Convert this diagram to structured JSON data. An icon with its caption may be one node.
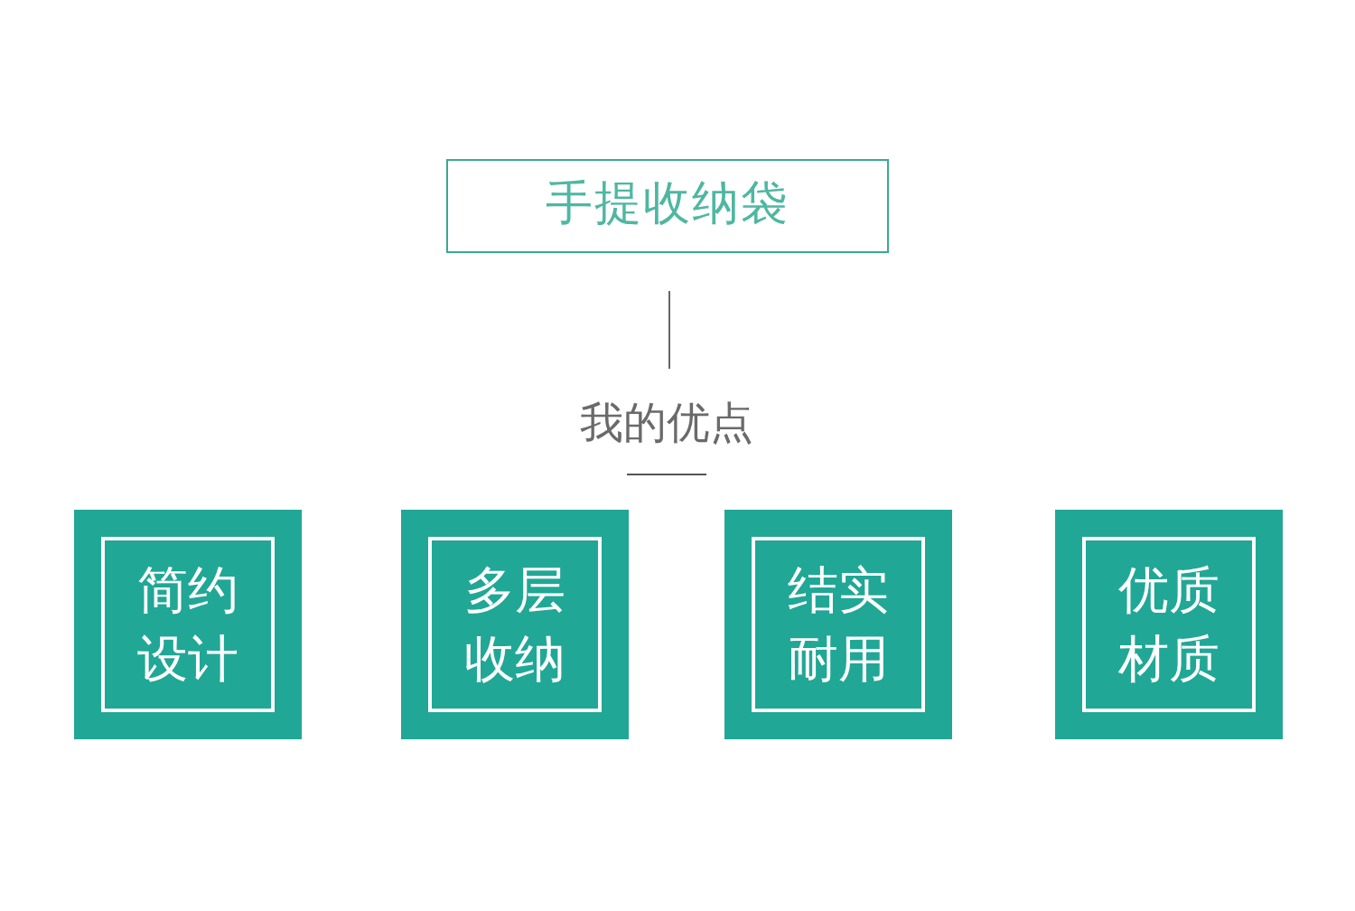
{
  "diagram": {
    "nodes": [
      {
        "text": [
          "手提收纳袋"
        ]
      },
      {
        "text": [
          "我的优点"
        ]
      },
      {
        "text": [
          "简约设计"
        ]
      },
      {
        "text": [
          "多层收纳"
        ]
      },
      {
        "text": [
          "结实耐用"
        ]
      },
      {
        "text": [
          "优质材质"
        ]
      }
    ],
    "edges": [
      {
        "from": 0,
        "to": 1,
        "arrow": "none"
      }
    ]
  }
}
